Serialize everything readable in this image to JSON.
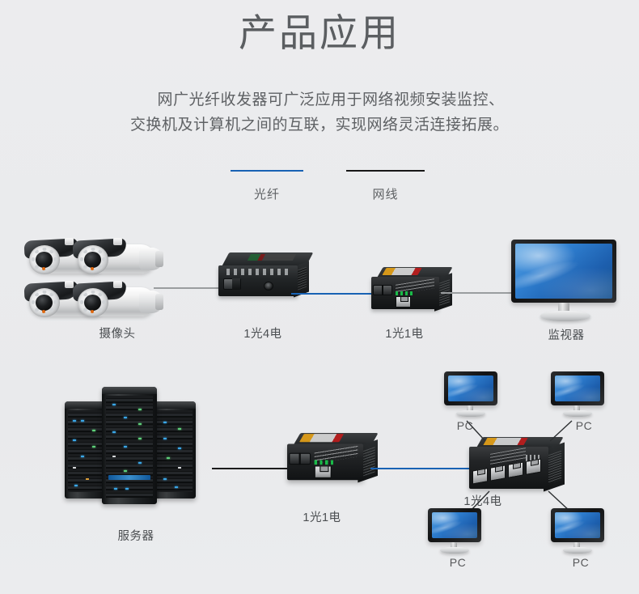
{
  "header": {
    "title": "产品应用",
    "description_line1": "网广光纤收发器可广泛应用于网络视频安装监控、",
    "description_line2": "交换机及计算机之间的互联，实现网络灵活连接拓展。"
  },
  "legend": {
    "fiber": {
      "label": "光纤",
      "color": "#1862b4"
    },
    "lan": {
      "label": "网线",
      "color": "#171717"
    }
  },
  "topology": {
    "row1": {
      "camera_label": "摄像头",
      "converter_4port_label": "1光4电",
      "converter_1port_label": "1光1电",
      "monitor_label": "监视器"
    },
    "row2": {
      "server_label": "服务器",
      "converter_1port_label": "1光1电",
      "switch_4port_label": "1光4电",
      "pc_labels": [
        "PC",
        "PC",
        "PC",
        "PC"
      ]
    }
  },
  "colors": {
    "background": "#eaebed",
    "title_text": "#5b5e61",
    "body_text": "#5e6164",
    "fiber_line": "#1862b4",
    "lan_line_gray": "#9a9d9f",
    "lan_line_black": "#1b1b1b",
    "device_black": "#232628",
    "screen_blue": "#2f7fd0",
    "led_blue": "#3aa7e8",
    "led_green": "#5ed17a"
  }
}
